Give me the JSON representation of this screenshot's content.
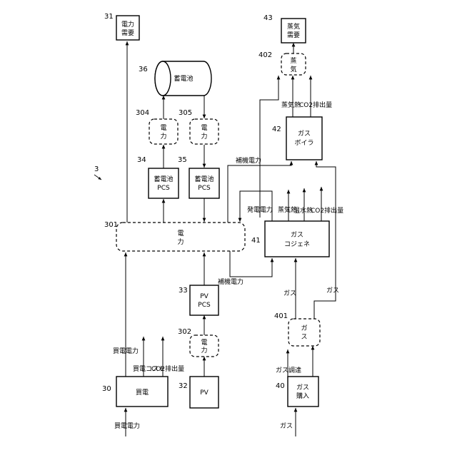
{
  "figure_ref": "3",
  "blocks": {
    "power_purchase": {
      "ref": "30",
      "lines": [
        "買電"
      ]
    },
    "pv": {
      "ref": "32",
      "lines": [
        "PV"
      ]
    },
    "pv_pcs": {
      "ref": "33",
      "lines": [
        "PV",
        "PCS"
      ]
    },
    "battery_pcs_a": {
      "ref": "34",
      "lines": [
        "蓄電池",
        "PCS"
      ]
    },
    "battery_pcs_b": {
      "ref": "35",
      "lines": [
        "蓄電池",
        "PCS"
      ]
    },
    "battery": {
      "ref": "36",
      "label": "蓄電池"
    },
    "power_demand": {
      "ref": "31",
      "lines": [
        "電力",
        "需要"
      ]
    },
    "gas_purchase": {
      "ref": "40",
      "lines": [
        "ガス",
        "購入"
      ]
    },
    "gas_cogen": {
      "ref": "41",
      "lines": [
        "ガス",
        "コジェネ"
      ]
    },
    "gas_boiler": {
      "ref": "42",
      "lines": [
        "ガス",
        "ボイラ"
      ]
    },
    "steam_demand": {
      "ref": "43",
      "lines": [
        "蒸気",
        "需要"
      ]
    }
  },
  "nodes": {
    "power_bus": {
      "ref": "301",
      "lines": [
        "電",
        "力"
      ]
    },
    "pv_power": {
      "ref": "302",
      "lines": [
        "電",
        "力"
      ]
    },
    "battery_power_a": {
      "ref": "304",
      "lines": [
        "電",
        "力"
      ]
    },
    "battery_power_b": {
      "ref": "305",
      "lines": [
        "電",
        "力"
      ]
    },
    "gas_node": {
      "ref": "401",
      "lines": [
        "ガ",
        "ス"
      ]
    },
    "steam_node": {
      "ref": "402",
      "lines": [
        "蒸",
        "気"
      ]
    }
  },
  "labels": {
    "purchased_power_in": "買電電力",
    "purchased_power_out": "買電電力",
    "purchase_cost": "買電コスト",
    "co2_purchase": "CO2排出量",
    "gas_in": "ガス",
    "gas_procurement": "ガス調達",
    "gas_to_cogen": "ガス",
    "gas_to_boiler": "ガス",
    "aux_power_cogen": "補機電力",
    "aux_power_boiler": "補機電力",
    "generated_power": "発電電力",
    "cogen_steam": "蒸気熱",
    "cogen_hot_water": "温水熱",
    "co2_cogen": "CO2排出量",
    "boiler_steam": "蒸気熱",
    "co2_boiler": "CO2排出量"
  }
}
